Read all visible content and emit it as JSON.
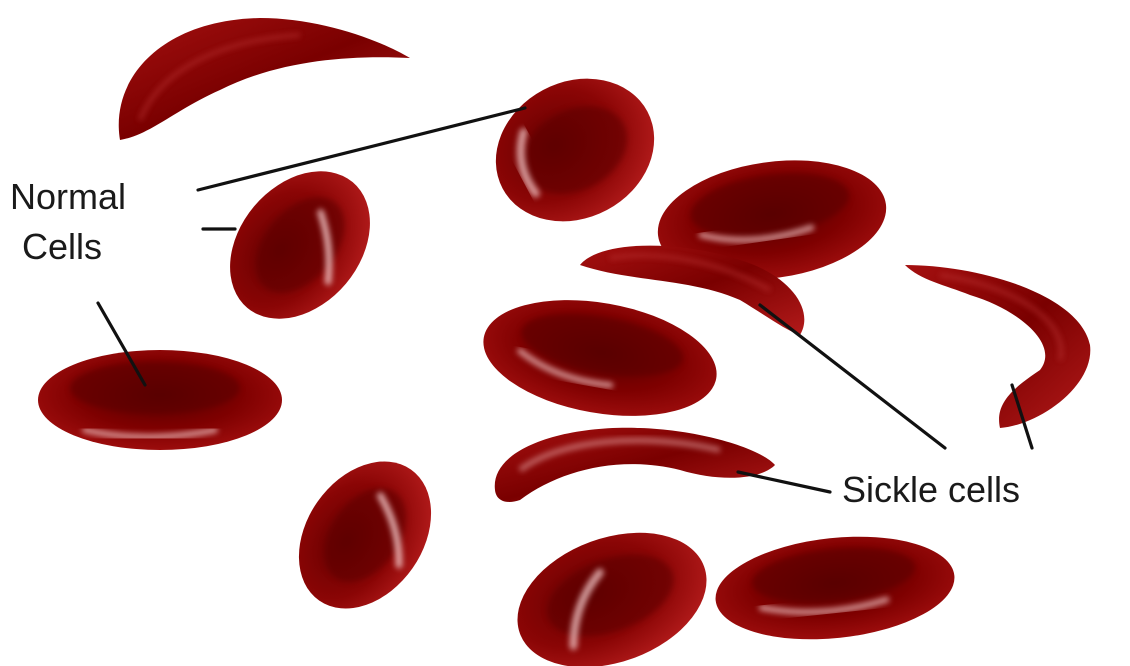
{
  "labels": {
    "normal_line1": "Normal",
    "normal_line2": "Cells",
    "sickle": "Sickle cells"
  },
  "colors": {
    "cell_dark": "#5a0000",
    "cell_mid": "#8b0000",
    "cell_light": "#b21a1a",
    "highlight": "#f2c9c9",
    "text": "#1a1a1a",
    "line": "#111111"
  }
}
